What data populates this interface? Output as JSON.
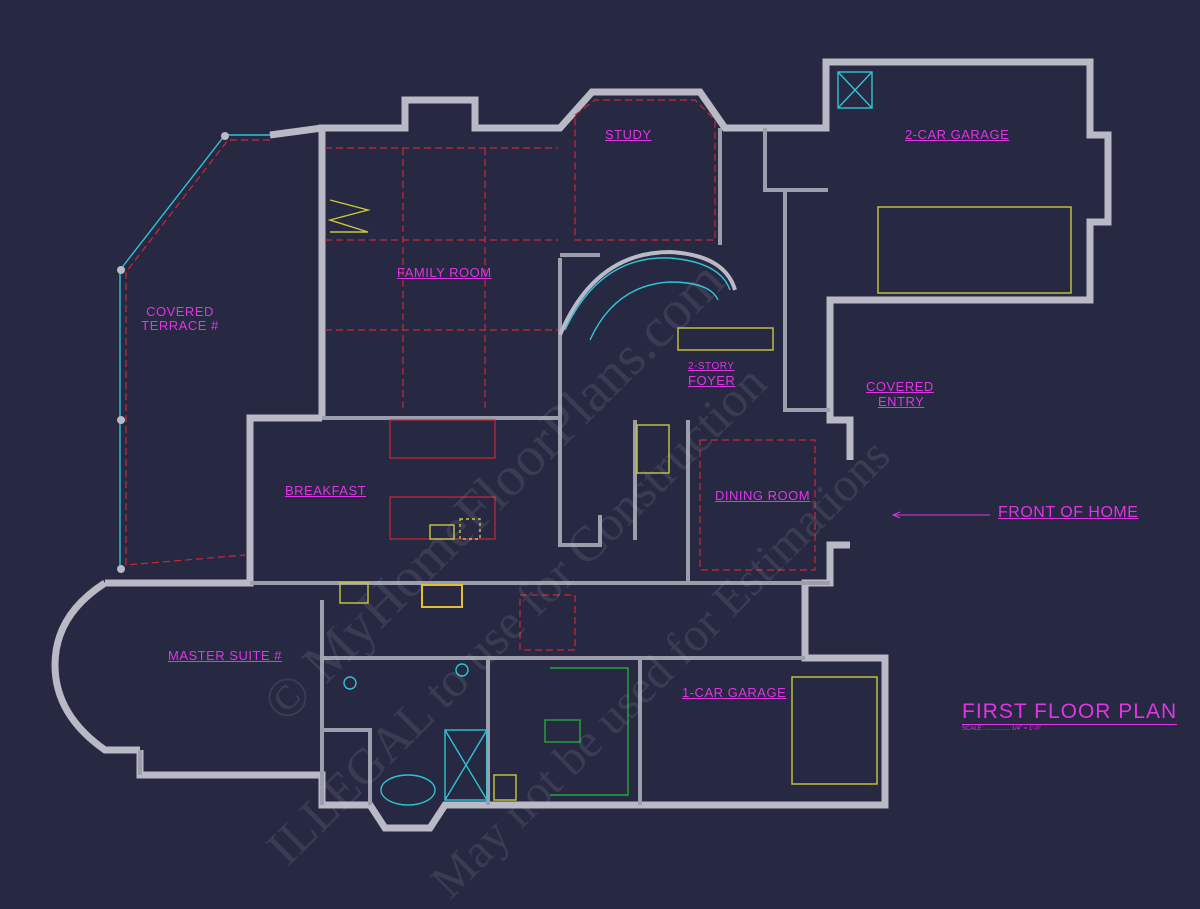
{
  "plan_title": "FIRST FLOOR PLAN",
  "scale_label": "SCALE: ............... 1/4\" = 1'-0\"",
  "orientation_label": "FRONT OF HOME",
  "rooms": {
    "covered_terrace": "COVERED TERRACE #",
    "family_room": "FAMILY ROOM",
    "study": "STUDY",
    "two_car_garage": "2-CAR GARAGE",
    "two_story": "2-STORY",
    "foyer": "FOYER",
    "covered": "COVERED",
    "entry": "ENTRY",
    "breakfast": "BREAKFAST",
    "dining_room": "DINING ROOM",
    "master_suite": "MASTER SUITE #",
    "one_car_garage": "1-CAR GARAGE"
  },
  "watermark": [
    "© MyHomeFloorPlans.com",
    "ILLEGAL to use for Construction",
    "May not be used for Estimations"
  ],
  "colors": {
    "background": "#272841",
    "walls": "#b9bac6",
    "labels": "#e034e6",
    "fixtures": "#c9c93a",
    "stairs": "#2ec4d6",
    "ceiling_lines": "#c8283a"
  }
}
